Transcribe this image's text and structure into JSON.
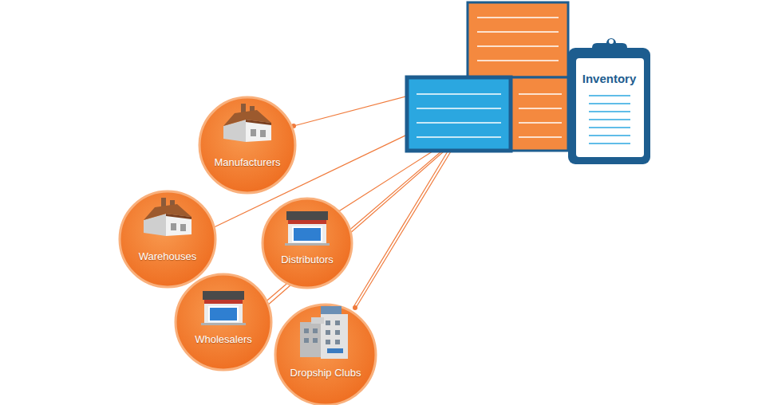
{
  "diagram": {
    "nodes": [
      {
        "text": [
          "Inventory"
        ]
      },
      {
        "text": [
          "Manufacturers"
        ]
      },
      {
        "text": [
          "Warehouses"
        ]
      },
      {
        "text": [
          "Distributors"
        ]
      },
      {
        "text": [
          "Wholesalers"
        ]
      },
      {
        "text": [
          "Dropship Clubs"
        ]
      }
    ]
  }
}
